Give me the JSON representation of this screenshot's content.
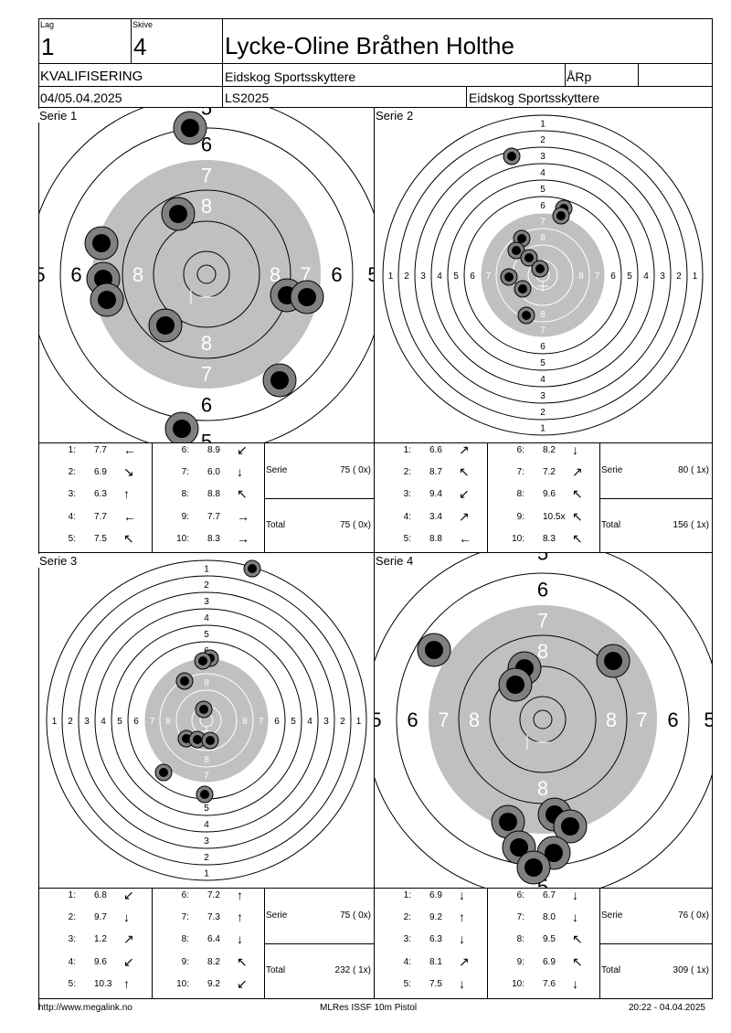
{
  "header": {
    "lag_label": "Lag",
    "lag_value": "1",
    "skive_label": "Skive",
    "skive_value": "4",
    "shooter_name": "Lycke-Oline Bråthen Holthe",
    "phase": "KVALIFISERING",
    "club": "Eidskog Sportsskyttere",
    "category": "ÅRp",
    "dates": "04/05.04.2025",
    "competition_code": "LS2025",
    "host_club": "Eidskog Sportsskyttere"
  },
  "series": [
    {
      "title": "Serie 1",
      "zoom": true,
      "shots": [
        {
          "n": "1:",
          "score": "7.7",
          "dir": "←"
        },
        {
          "n": "2:",
          "score": "6.9",
          "dir": "↘"
        },
        {
          "n": "3:",
          "score": "6.3",
          "dir": "↑"
        },
        {
          "n": "4:",
          "score": "7.7",
          "dir": "←"
        },
        {
          "n": "5:",
          "score": "7.5",
          "dir": "↖"
        },
        {
          "n": "6:",
          "score": "8.9",
          "dir": "↙"
        },
        {
          "n": "7:",
          "score": "6.0",
          "dir": "↓"
        },
        {
          "n": "8:",
          "score": "8.8",
          "dir": "↖"
        },
        {
          "n": "9:",
          "score": "7.7",
          "dir": "→"
        },
        {
          "n": "10:",
          "score": "8.3",
          "dir": "→"
        }
      ],
      "serie_label": "Serie",
      "serie_value": "75 ( 0x)",
      "total_label": "Total",
      "total_value": "75 ( 0x)"
    },
    {
      "title": "Serie 2",
      "zoom": false,
      "shots": [
        {
          "n": "1:",
          "score": "6.6",
          "dir": "↗"
        },
        {
          "n": "2:",
          "score": "8.7",
          "dir": "↖"
        },
        {
          "n": "3:",
          "score": "9.4",
          "dir": "↙"
        },
        {
          "n": "4:",
          "score": "3.4",
          "dir": "↗"
        },
        {
          "n": "5:",
          "score": "8.8",
          "dir": "←"
        },
        {
          "n": "6:",
          "score": "8.2",
          "dir": "↓"
        },
        {
          "n": "7:",
          "score": "7.2",
          "dir": "↗"
        },
        {
          "n": "8:",
          "score": "9.6",
          "dir": "↖"
        },
        {
          "n": "9:",
          "score": "10.5x",
          "dir": "↖"
        },
        {
          "n": "10:",
          "score": "8.3",
          "dir": "↖"
        }
      ],
      "serie_label": "Serie",
      "serie_value": "80 ( 1x)",
      "total_label": "Total",
      "total_value": "156 ( 1x)"
    },
    {
      "title": "Serie 3",
      "zoom": false,
      "shots": [
        {
          "n": "1:",
          "score": "6.8",
          "dir": "↙"
        },
        {
          "n": "2:",
          "score": "9.7",
          "dir": "↓"
        },
        {
          "n": "3:",
          "score": "1.2",
          "dir": "↗"
        },
        {
          "n": "4:",
          "score": "9.6",
          "dir": "↙"
        },
        {
          "n": "5:",
          "score": "10.3",
          "dir": "↑"
        },
        {
          "n": "6:",
          "score": "7.2",
          "dir": "↑"
        },
        {
          "n": "7:",
          "score": "7.3",
          "dir": "↑"
        },
        {
          "n": "8:",
          "score": "6.4",
          "dir": "↓"
        },
        {
          "n": "9:",
          "score": "8.2",
          "dir": "↖"
        },
        {
          "n": "10:",
          "score": "9.2",
          "dir": "↙"
        }
      ],
      "serie_label": "Serie",
      "serie_value": "75 ( 0x)",
      "total_label": "Total",
      "total_value": "232 ( 1x)"
    },
    {
      "title": "Serie 4",
      "zoom": true,
      "shots": [
        {
          "n": "1:",
          "score": "6.9",
          "dir": "↓"
        },
        {
          "n": "2:",
          "score": "9.2",
          "dir": "↑"
        },
        {
          "n": "3:",
          "score": "6.3",
          "dir": "↓"
        },
        {
          "n": "4:",
          "score": "8.1",
          "dir": "↗"
        },
        {
          "n": "5:",
          "score": "7.5",
          "dir": "↓"
        },
        {
          "n": "6:",
          "score": "6.7",
          "dir": "↓"
        },
        {
          "n": "7:",
          "score": "8.0",
          "dir": "↓"
        },
        {
          "n": "8:",
          "score": "9.5",
          "dir": "↖"
        },
        {
          "n": "9:",
          "score": "6.9",
          "dir": "↖"
        },
        {
          "n": "10:",
          "score": "7.6",
          "dir": "↓"
        }
      ],
      "serie_label": "Serie",
      "serie_value": "76 ( 0x)",
      "total_label": "Total",
      "total_value": "309 ( 1x)"
    }
  ],
  "footer": {
    "url": "http://www.megalink.no",
    "system": "MLRes ISSF 10m Pistol",
    "timestamp": "20:22 - 04.04.2025"
  },
  "colors": {
    "black_area": "#c0c0c0",
    "shot_outer": "#808080",
    "shot_inner": "#000000",
    "line": "#000000"
  }
}
